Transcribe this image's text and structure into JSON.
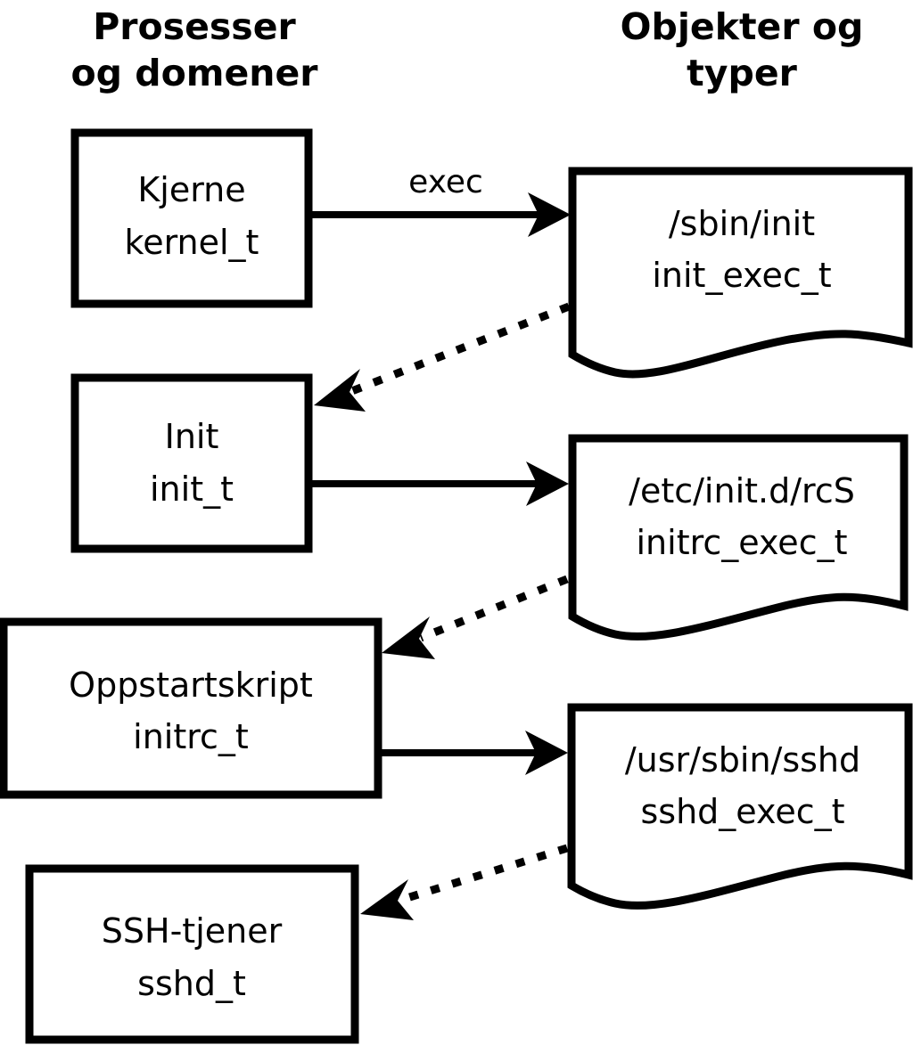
{
  "diagram": {
    "title_left": "Prosesser\nog domener",
    "columns": [
      {
        "id": "processes",
        "line1": "Prosesser",
        "line2": "og domener"
      },
      {
        "id": "objects",
        "line1": "Objekter og",
        "line2": "typer"
      }
    ],
    "process_nodes": [
      {
        "id": "kernel",
        "line1": "Kjerne",
        "line2": "kernel_t"
      },
      {
        "id": "init",
        "line1": "Init",
        "line2": "init_t"
      },
      {
        "id": "initrc",
        "line1": "Oppstartskript",
        "line2": "initrc_t"
      },
      {
        "id": "sshd",
        "line1": "SSH-tjener",
        "line2": "sshd_t"
      }
    ],
    "object_nodes": [
      {
        "id": "init_exec",
        "line1": "/sbin/init",
        "line2": "init_exec_t"
      },
      {
        "id": "initrc_exec",
        "line1": "/etc/init.d/rcS",
        "line2": "initrc_exec_t"
      },
      {
        "id": "sshd_exec",
        "line1": "/usr/sbin/sshd",
        "line2": "sshd_exec_t"
      }
    ],
    "edges": [
      {
        "id": "kernel-to-init-exec",
        "label": "exec",
        "style": "solid",
        "from": "kernel",
        "to": "init_exec"
      },
      {
        "id": "init-exec-to-init",
        "label": "",
        "style": "dotted",
        "from": "init_exec",
        "to": "init"
      },
      {
        "id": "init-to-initrc-exec",
        "label": "",
        "style": "solid",
        "from": "init",
        "to": "initrc_exec"
      },
      {
        "id": "initrc-exec-to-initrc",
        "label": "",
        "style": "dotted",
        "from": "initrc_exec",
        "to": "initrc"
      },
      {
        "id": "initrc-to-sshd-exec",
        "label": "",
        "style": "solid",
        "from": "initrc",
        "to": "sshd_exec"
      },
      {
        "id": "sshd-exec-to-sshd",
        "label": "",
        "style": "dotted",
        "from": "sshd_exec",
        "to": "sshd"
      }
    ],
    "colors": {
      "stroke": "#000000",
      "fill": "#ffffff",
      "background": "#ffffff"
    }
  }
}
